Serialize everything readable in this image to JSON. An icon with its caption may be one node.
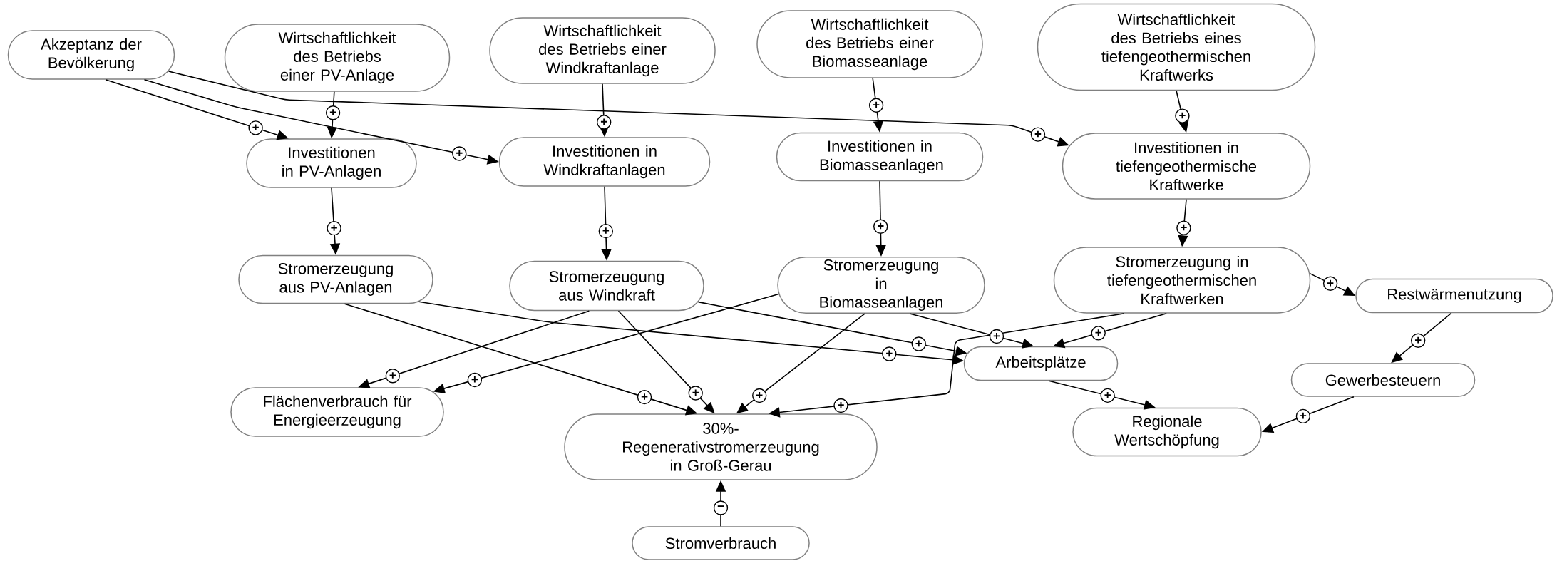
{
  "diagram": {
    "nodes": [
      {
        "text": [
          "Akzeptanz der Bevölkerung"
        ]
      },
      {
        "text": [
          "Wirtschaftlichkeit des Betriebs einer PV-Anlage"
        ]
      },
      {
        "text": [
          "Wirtschaftlichkeit des Betriebs einer Windkraftanlage"
        ]
      },
      {
        "text": [
          "Wirtschaftlichkeit des Betriebs einer Biomasseanlage"
        ]
      },
      {
        "text": [
          "Wirtschaftlichkeit des Betriebs eines tiefengeothermischen Kraftwerks"
        ]
      },
      {
        "text": [
          "Investitionen in PV-Anlagen"
        ]
      },
      {
        "text": [
          "Investitionen in Windkraftanlagen"
        ]
      },
      {
        "text": [
          "Investitionen in Biomasseanlagen"
        ]
      },
      {
        "text": [
          "Investitionen in tiefengeothermische Kraftwerke"
        ]
      },
      {
        "text": [
          "Stromerzeugung aus PV-Anlagen"
        ]
      },
      {
        "text": [
          "Stromerzeugung aus Windkraft"
        ]
      },
      {
        "text": [
          "Stromerzeugung in Biomasseanlagen"
        ]
      },
      {
        "text": [
          "Stromerzeugung in tiefengeothermischen Kraftwerken"
        ]
      },
      {
        "text": [
          "Restwärmenutzung"
        ]
      },
      {
        "text": [
          "Arbeitsplätze"
        ]
      },
      {
        "text": [
          "Gewerbesteuern"
        ]
      },
      {
        "text": [
          "Flächenverbrauch für Energieerzeugung"
        ]
      },
      {
        "text": [
          "30%-Regenerativstromerzeugung in Groß-Gerau"
        ]
      },
      {
        "text": [
          "Regionale Wertschöpfung"
        ]
      },
      {
        "text": [
          "Stromverbrauch"
        ]
      }
    ],
    "edges": [
      {
        "from": 0,
        "to": 5,
        "arrow": "to",
        "label": "+"
      },
      {
        "from": 0,
        "to": 6,
        "arrow": "to",
        "label": "+"
      },
      {
        "from": 0,
        "to": 8,
        "arrow": "to",
        "label": "+"
      },
      {
        "from": 1,
        "to": 5,
        "arrow": "to",
        "label": "+"
      },
      {
        "from": 2,
        "to": 6,
        "arrow": "to",
        "label": "+"
      },
      {
        "from": 3,
        "to": 7,
        "arrow": "to",
        "label": "+"
      },
      {
        "from": 4,
        "to": 8,
        "arrow": "to",
        "label": "+"
      },
      {
        "from": 5,
        "to": 9,
        "arrow": "to",
        "label": "+"
      },
      {
        "from": 6,
        "to": 10,
        "arrow": "to",
        "label": "+"
      },
      {
        "from": 7,
        "to": 11,
        "arrow": "to",
        "label": "+"
      },
      {
        "from": 8,
        "to": 12,
        "arrow": "to",
        "label": "+"
      },
      {
        "from": 9,
        "to": 14,
        "arrow": "to",
        "label": "+"
      },
      {
        "from": 9,
        "to": 17,
        "arrow": "to",
        "label": "+"
      },
      {
        "from": 10,
        "to": 14,
        "arrow": "to",
        "label": "+"
      },
      {
        "from": 10,
        "to": 16,
        "arrow": "to",
        "label": "+"
      },
      {
        "from": 10,
        "to": 17,
        "arrow": "to",
        "label": "+"
      },
      {
        "from": 11,
        "to": 14,
        "arrow": "to",
        "label": "+"
      },
      {
        "from": 11,
        "to": 16,
        "arrow": "to",
        "label": "+"
      },
      {
        "from": 11,
        "to": 17,
        "arrow": "to",
        "label": "+"
      },
      {
        "from": 12,
        "to": 13,
        "arrow": "to",
        "label": "+"
      },
      {
        "from": 12,
        "to": 14,
        "arrow": "to",
        "label": "+"
      },
      {
        "from": 12,
        "to": 17,
        "arrow": "to",
        "label": "+"
      },
      {
        "from": 13,
        "to": 15,
        "arrow": "to",
        "label": "+"
      },
      {
        "from": 14,
        "to": 18,
        "arrow": "to",
        "label": "+"
      },
      {
        "from": 15,
        "to": 18,
        "arrow": "to",
        "label": "+"
      },
      {
        "from": 19,
        "to": 17,
        "arrow": "to",
        "label": "−"
      }
    ]
  }
}
